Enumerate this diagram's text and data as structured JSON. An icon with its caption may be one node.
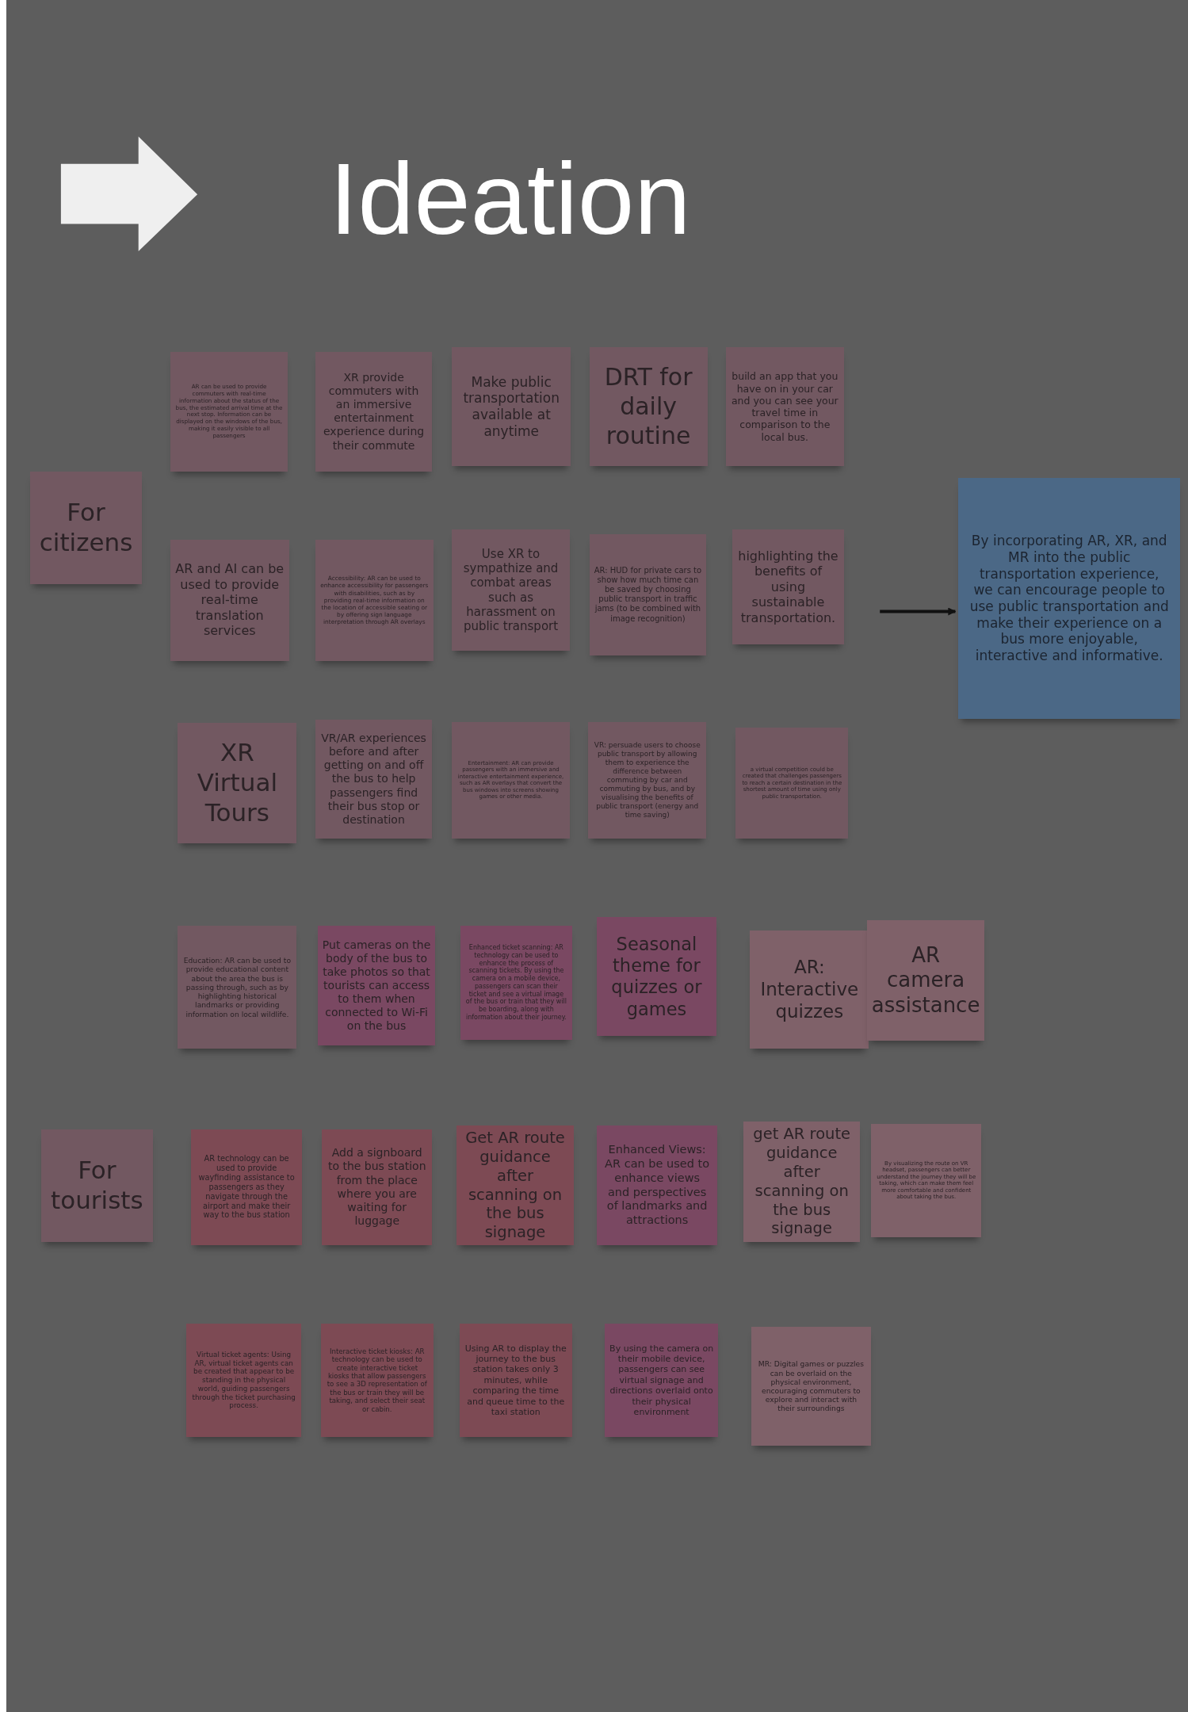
{
  "diagram": {
    "title": "Ideation",
    "nodes": [
      {
        "text": [
          "AR can be used to provide commuters with real-time information about the status of the bus, the estimated arrival time at the next stop. Information can be displayed on the windows of the bus, making it easily visible to all passengers"
        ]
      },
      {
        "text": [
          "XR provide commuters with an immersive entertainment experience during their commute"
        ]
      },
      {
        "text": [
          "Make public transportation available at anytime"
        ]
      },
      {
        "text": [
          "DRT for daily routine"
        ]
      },
      {
        "text": [
          "build an app that you have on in your car and you can see your travel time in comparison to the local bus."
        ]
      },
      {
        "text": [
          "For citizens"
        ]
      },
      {
        "text": [
          "AR and AI can be used to provide real-time translation services"
        ]
      },
      {
        "text": [
          "Accessibility: AR can be used to enhance accessibility for passengers with disabilities, such as by providing real-time information on the location of accessible seating or by offering sign language interpretation through AR overlays"
        ]
      },
      {
        "text": [
          "Use XR to sympathize and combat areas such as harassment on public transport"
        ]
      },
      {
        "text": [
          "AR: HUD for private cars to show how much time can be saved by choosing public transport in traffic jams (to be combined with image recognition)"
        ]
      },
      {
        "text": [
          "highlighting the benefits of using sustainable transportation."
        ]
      },
      {
        "text": [
          "By incorporating AR, XR, and MR into the public transportation experience, we can encourage people to use public transportation and make their experience on a bus more enjoyable, interactive and informative."
        ]
      },
      {
        "text": [
          "XR Virtual Tours"
        ]
      },
      {
        "text": [
          "VR/AR experiences before and after getting on and off the bus to help passengers find their bus stop or destination"
        ]
      },
      {
        "text": [
          "Entertainment: AR can provide passengers with an immersive and interactive entertainment experience, such as AR overlays that convert the bus windows into screens showing games or other media."
        ]
      },
      {
        "text": [
          "VR: persuade users to choose public transport by allowing them to experience the difference between commuting by car and commuting by bus, and by visualising the benefits of public transport (energy and time saving)"
        ]
      },
      {
        "text": [
          "a virtual competition could be created that challenges passengers to reach a certain destination in the shortest amount of time using only public transportation."
        ]
      },
      {
        "text": [
          "Education: AR can be used to provide educational content about the area the bus is passing through, such as by highlighting historical landmarks or providing information on local wildlife."
        ]
      },
      {
        "text": [
          "Put cameras on the body of the bus to take photos so that tourists can access to them when connected to Wi-Fi on the bus"
        ]
      },
      {
        "text": [
          "Enhanced ticket scanning: AR technology can be used to enhance the process of scanning tickets. By using the camera on a mobile device, passengers can scan their ticket and see a virtual image of the bus or train that they will be boarding, along with information about their journey."
        ]
      },
      {
        "text": [
          "Seasonal theme for quizzes or games"
        ]
      },
      {
        "text": [
          "AR: Interactive quizzes"
        ]
      },
      {
        "text": [
          "AR camera assistance"
        ]
      },
      {
        "text": [
          "For tourists"
        ]
      },
      {
        "text": [
          "AR technology can be used to provide wayfinding assistance to passengers as they navigate through the airport and make their way to the bus station"
        ]
      },
      {
        "text": [
          "Add a signboard to the bus station from the place where you are waiting for luggage"
        ]
      },
      {
        "text": [
          "Get AR route guidance after scanning on the  bus signage"
        ]
      },
      {
        "text": [
          "Enhanced Views: AR can be used to enhance views and perspectives of landmarks and attractions"
        ]
      },
      {
        "text": [
          "get AR route guidance after scanning on the  bus signage"
        ]
      },
      {
        "text": [
          "By visualizing the route on VR headset, passengers can better understand the journey they will be taking, which can make them feel more comfortable and confident about taking the bus."
        ]
      },
      {
        "text": [
          "Virtual ticket agents: Using AR, virtual ticket agents can be created that appear to be standing in the physical world, guiding passengers through the ticket purchasing process."
        ]
      },
      {
        "text": [
          "Interactive ticket kiosks: AR technology can be used to create interactive ticket kiosks that allow passengers to see a 3D representation of the bus or train they will be taking, and select their seat or cabin."
        ]
      },
      {
        "text": [
          "Using AR to display the journey to the bus station takes only 3 minutes, while comparing the time and queue time to the taxi station"
        ]
      },
      {
        "text": [
          "By using the camera on their mobile device, passengers can see virtual signage and directions overlaid onto their physical environment"
        ]
      },
      {
        "text": [
          "MR: Digital games or puzzles can be overlaid on the physical environment, encouraging commuters to explore and interact with their surroundings"
        ]
      }
    ],
    "edges": [
      {
        "from": null,
        "to": 11,
        "arrow": "to"
      }
    ]
  }
}
